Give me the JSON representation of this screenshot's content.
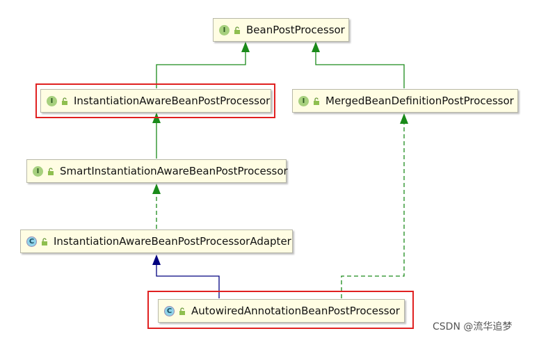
{
  "nodes": {
    "bpp": {
      "label": "BeanPostProcessor",
      "kind": "I"
    },
    "iabpp": {
      "label": "InstantiationAwareBeanPostProcessor",
      "kind": "I"
    },
    "mbdpp": {
      "label": "MergedBeanDefinitionPostProcessor",
      "kind": "I"
    },
    "siabpp": {
      "label": "SmartInstantiationAwareBeanPostProcessor",
      "kind": "I"
    },
    "iabppa": {
      "label": "InstantiationAwareBeanPostProcessorAdapter",
      "kind": "C"
    },
    "aabpp": {
      "label": "AutowiredAnnotationBeanPostProcessor",
      "kind": "C"
    }
  },
  "edges": [
    {
      "from": "InstantiationAwareBeanPostProcessor",
      "to": "BeanPostProcessor",
      "type": "extends"
    },
    {
      "from": "MergedBeanDefinitionPostProcessor",
      "to": "BeanPostProcessor",
      "type": "extends"
    },
    {
      "from": "SmartInstantiationAwareBeanPostProcessor",
      "to": "InstantiationAwareBeanPostProcessor",
      "type": "extends"
    },
    {
      "from": "InstantiationAwareBeanPostProcessorAdapter",
      "to": "SmartInstantiationAwareBeanPostProcessor",
      "type": "implements"
    },
    {
      "from": "AutowiredAnnotationBeanPostProcessor",
      "to": "InstantiationAwareBeanPostProcessorAdapter",
      "type": "class-extends"
    },
    {
      "from": "AutowiredAnnotationBeanPostProcessor",
      "to": "MergedBeanDefinitionPostProcessor",
      "type": "implements"
    }
  ],
  "highlighted": [
    "InstantiationAwareBeanPostProcessor",
    "AutowiredAnnotationBeanPostProcessor"
  ],
  "colors": {
    "extends": "#1a8a1a",
    "class_extends": "#00007f",
    "highlight": "#e02020",
    "node_bg": "#fffde3"
  },
  "watermark": "CSDN @流华追梦"
}
